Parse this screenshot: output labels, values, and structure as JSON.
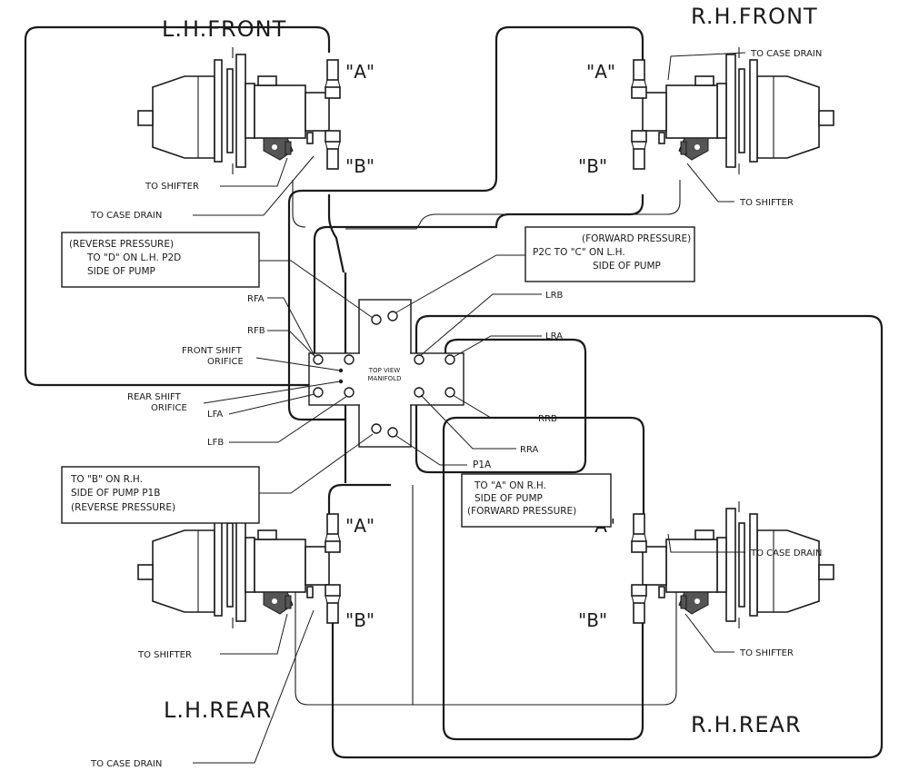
{
  "units": {
    "lh_front": "L.H.FRONT",
    "rh_front": "R.H.FRONT",
    "lh_rear": "L.H.REAR",
    "rh_rear": "R.H.REAR"
  },
  "ports": {
    "a": "\"A\"",
    "b": "\"B\""
  },
  "labels": {
    "to_case_drain": "TO CASE DRAIN",
    "to_shifter": "TO SHIFTER",
    "rfa": "RFA",
    "rfb": "RFB",
    "front_shift_1": "FRONT SHIFT",
    "front_shift_2": "ORIFICE",
    "rear_shift_1": "REAR SHIFT",
    "rear_shift_2": "ORIFICE",
    "lfa": "LFA",
    "lfb": "LFB",
    "lrb": "LRB",
    "lra": "LRA",
    "rrb": "RRB",
    "rra": "RRA"
  },
  "manifold": {
    "line1": "TOP VIEW",
    "line2": "MANIFOLD"
  },
  "boxes": {
    "p2d": {
      "line1": "(REVERSE PRESSURE)",
      "line2": "TO \"D\" ON L.H.  P2D",
      "line3": "SIDE OF PUMP"
    },
    "p2c": {
      "line1": "(FORWARD PRESSURE)",
      "line2": "P2C TO \"C\" ON L.H.",
      "line3": "SIDE OF PUMP"
    },
    "p1b": {
      "line1": "TO \"B\" ON R.H.",
      "line2": "SIDE OF PUMP     P1B",
      "line3": "(REVERSE PRESSURE)"
    },
    "p1a": {
      "line1": "P1A",
      "line2": "TO \"A\" ON R.H.",
      "line3": "SIDE OF PUMP",
      "line4": "(FORWARD PRESSURE)"
    }
  }
}
